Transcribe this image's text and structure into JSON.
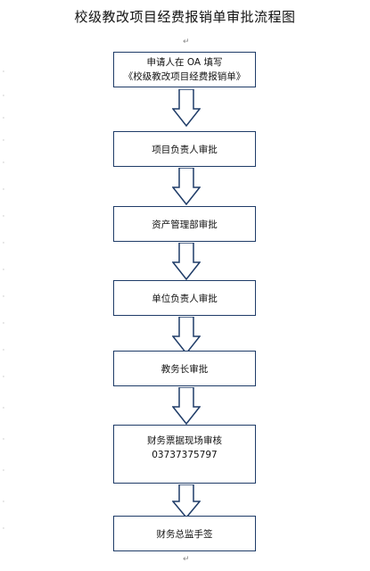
{
  "document": {
    "title": "校级教改项目经费报销单审批流程图"
  },
  "flowchart": {
    "steps": [
      {
        "lines": [
          "申请人在 OA 填写",
          "《校级教改项目经费报销单》"
        ]
      },
      {
        "lines": [
          "项目负责人审批"
        ]
      },
      {
        "lines": [
          "资产管理部审批"
        ]
      },
      {
        "lines": [
          "单位负责人审批"
        ]
      },
      {
        "lines": [
          "教务长审批"
        ]
      },
      {
        "lines": [
          "财务票据现场审核",
          "",
          "03737375797"
        ]
      },
      {
        "lines": [
          "财务总监手签"
        ]
      }
    ]
  },
  "colors": {
    "box_border": "#1f3c68",
    "arrow_stroke": "#1f3c68",
    "text": "#111111"
  }
}
